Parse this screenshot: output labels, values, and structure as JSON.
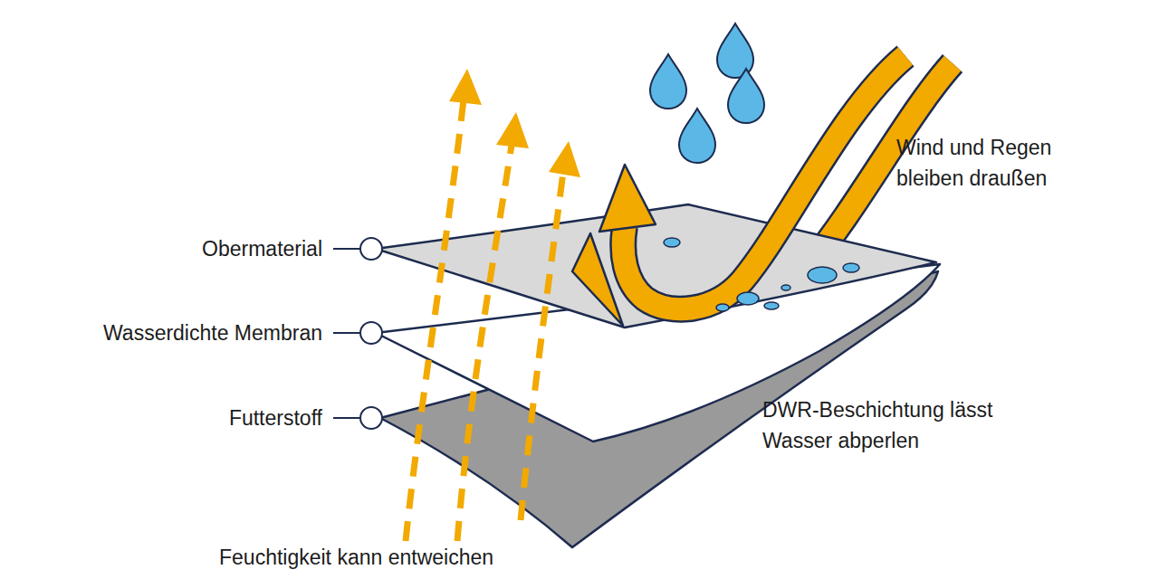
{
  "diagram": {
    "labels": [
      "Obermaterial",
      "Wasserdichte Membran",
      "Futterstoff",
      "Wind und Regen bleiben draußen",
      "DWR-Beschichtung lässt Wasser abperlen",
      "Feuchtigkeit kann entweichen"
    ]
  }
}
